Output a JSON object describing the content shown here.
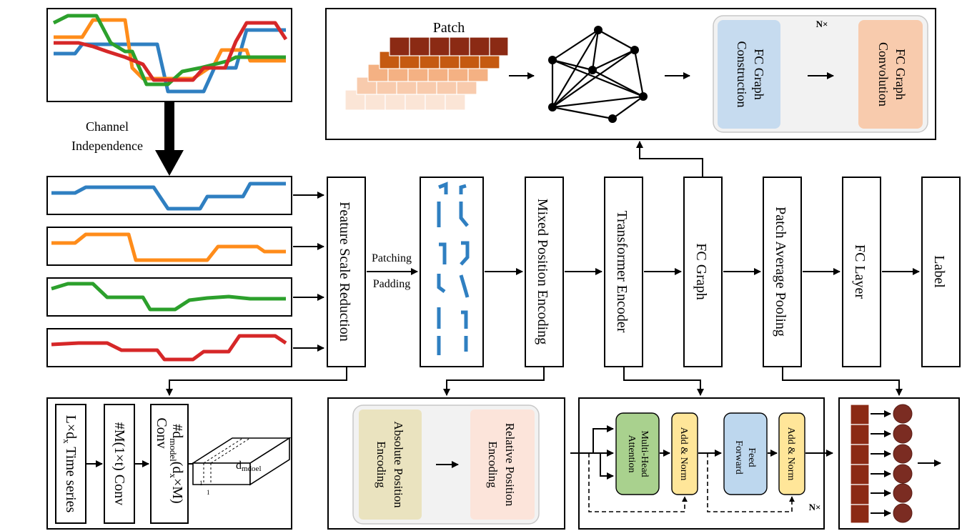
{
  "colors": {
    "blue": "#2f7fc1",
    "orange": "#ff8c1a",
    "green": "#2ca02c",
    "red": "#d62728",
    "patch_dark": "#8b2a14",
    "graph_blue": "#c6dbef",
    "graph_orange": "#f8cbad",
    "abs_pos": "#eae3bf",
    "rel_pos": "#fce4da",
    "mha_green": "#a9d18e",
    "addnorm_yellow": "#ffe699",
    "ff_blue": "#bdd7ee",
    "neuron": "#7b2c22"
  },
  "channel_independence": {
    "line1": "Channel",
    "line2": "Independence"
  },
  "pipeline": {
    "feature_scale_reduction": "Feature Scale Reduction",
    "patching": "Patching",
    "padding": "Padding",
    "mixed_position_encoding": "Mixed Position Encoding",
    "transformer_encoder": "Transformer Encoder",
    "fc_graph": "FC Graph",
    "patch_average_pooling": "Patch Average Pooling",
    "fc_layer": "FC Layer",
    "label": "Label"
  },
  "graph_panel": {
    "patch": "Patch",
    "repeat": "N×",
    "construction_l1": "FC Graph",
    "construction_l2": "Construction",
    "convolution_l1": "FC Graph",
    "convolution_l2": "Convolution"
  },
  "fsr_detail": {
    "input_main": "L×d",
    "input_sub": "x",
    "input_tail": "Time series",
    "conv1": "#M(1×t) Conv",
    "conv2_head": "#d",
    "conv2_sub": "model",
    "conv2_mid": "(d",
    "conv2_sub2": "x",
    "conv2_tail": "×M)",
    "conv2_line2": "Conv",
    "tensor_main": "d",
    "tensor_sub": "mdoel",
    "tensor_1a": "1",
    "tensor_1b": "1"
  },
  "mpe_detail": {
    "absolute_l1": "Absolute Position",
    "absolute_l2": "Encoding",
    "relative_l1": "Relative Position",
    "relative_l2": "Encoding"
  },
  "encoder_detail": {
    "mha_l1": "Multi-Head",
    "mha_l2": "Attention",
    "add_norm": "Add & Norm",
    "ff_l1": "Feed",
    "ff_l2": "Forward",
    "repeat": "N×"
  }
}
